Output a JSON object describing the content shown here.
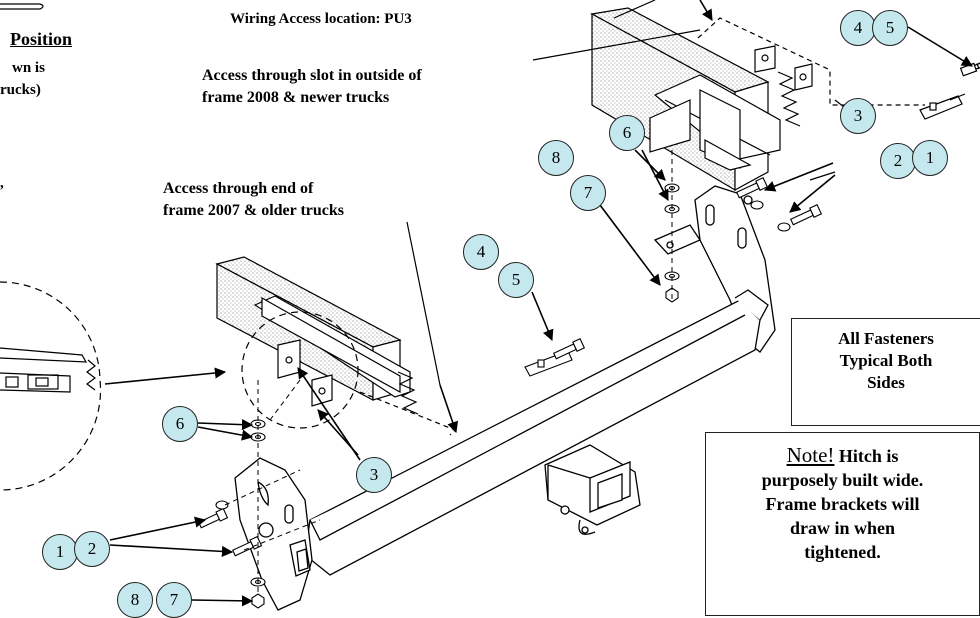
{
  "header": {
    "wiring_access": "Wiring Access location:  PU3",
    "position_title": "Position",
    "left_frag_1": "wn  is",
    "left_frag_2": "rucks)",
    "left_frag_3": ","
  },
  "notes": {
    "slot_access_line1": "Access through slot in outside of",
    "slot_access_line2": "frame 2008 & newer trucks",
    "end_access_line1": "Access through end of",
    "end_access_line2": "frame 2007 & older trucks"
  },
  "fasteners_box": {
    "line1": "All Fasteners",
    "line2": "Typical Both",
    "line3": "Sides"
  },
  "note_box": {
    "title": "Note!",
    "line1_rest": " Hitch is",
    "line2": "purposely built wide.",
    "line3": "Frame brackets will",
    "line4": "draw in when",
    "line5": "tightened."
  },
  "callouts": {
    "c4_top": "4",
    "c5_top": "5",
    "c3_top": "3",
    "c2_top": "2",
    "c1_top": "1",
    "c6_top": "6",
    "c8_top": "8",
    "c7_top": "7",
    "c4_mid": "4",
    "c5_mid": "5",
    "c6_left": "6",
    "c3_left": "3",
    "c1_bot": "1",
    "c2_bot": "2",
    "c8_bot": "8",
    "c7_bot": "7"
  },
  "colors": {
    "callout_fill": "#c5e8ef",
    "line": "#000000"
  }
}
